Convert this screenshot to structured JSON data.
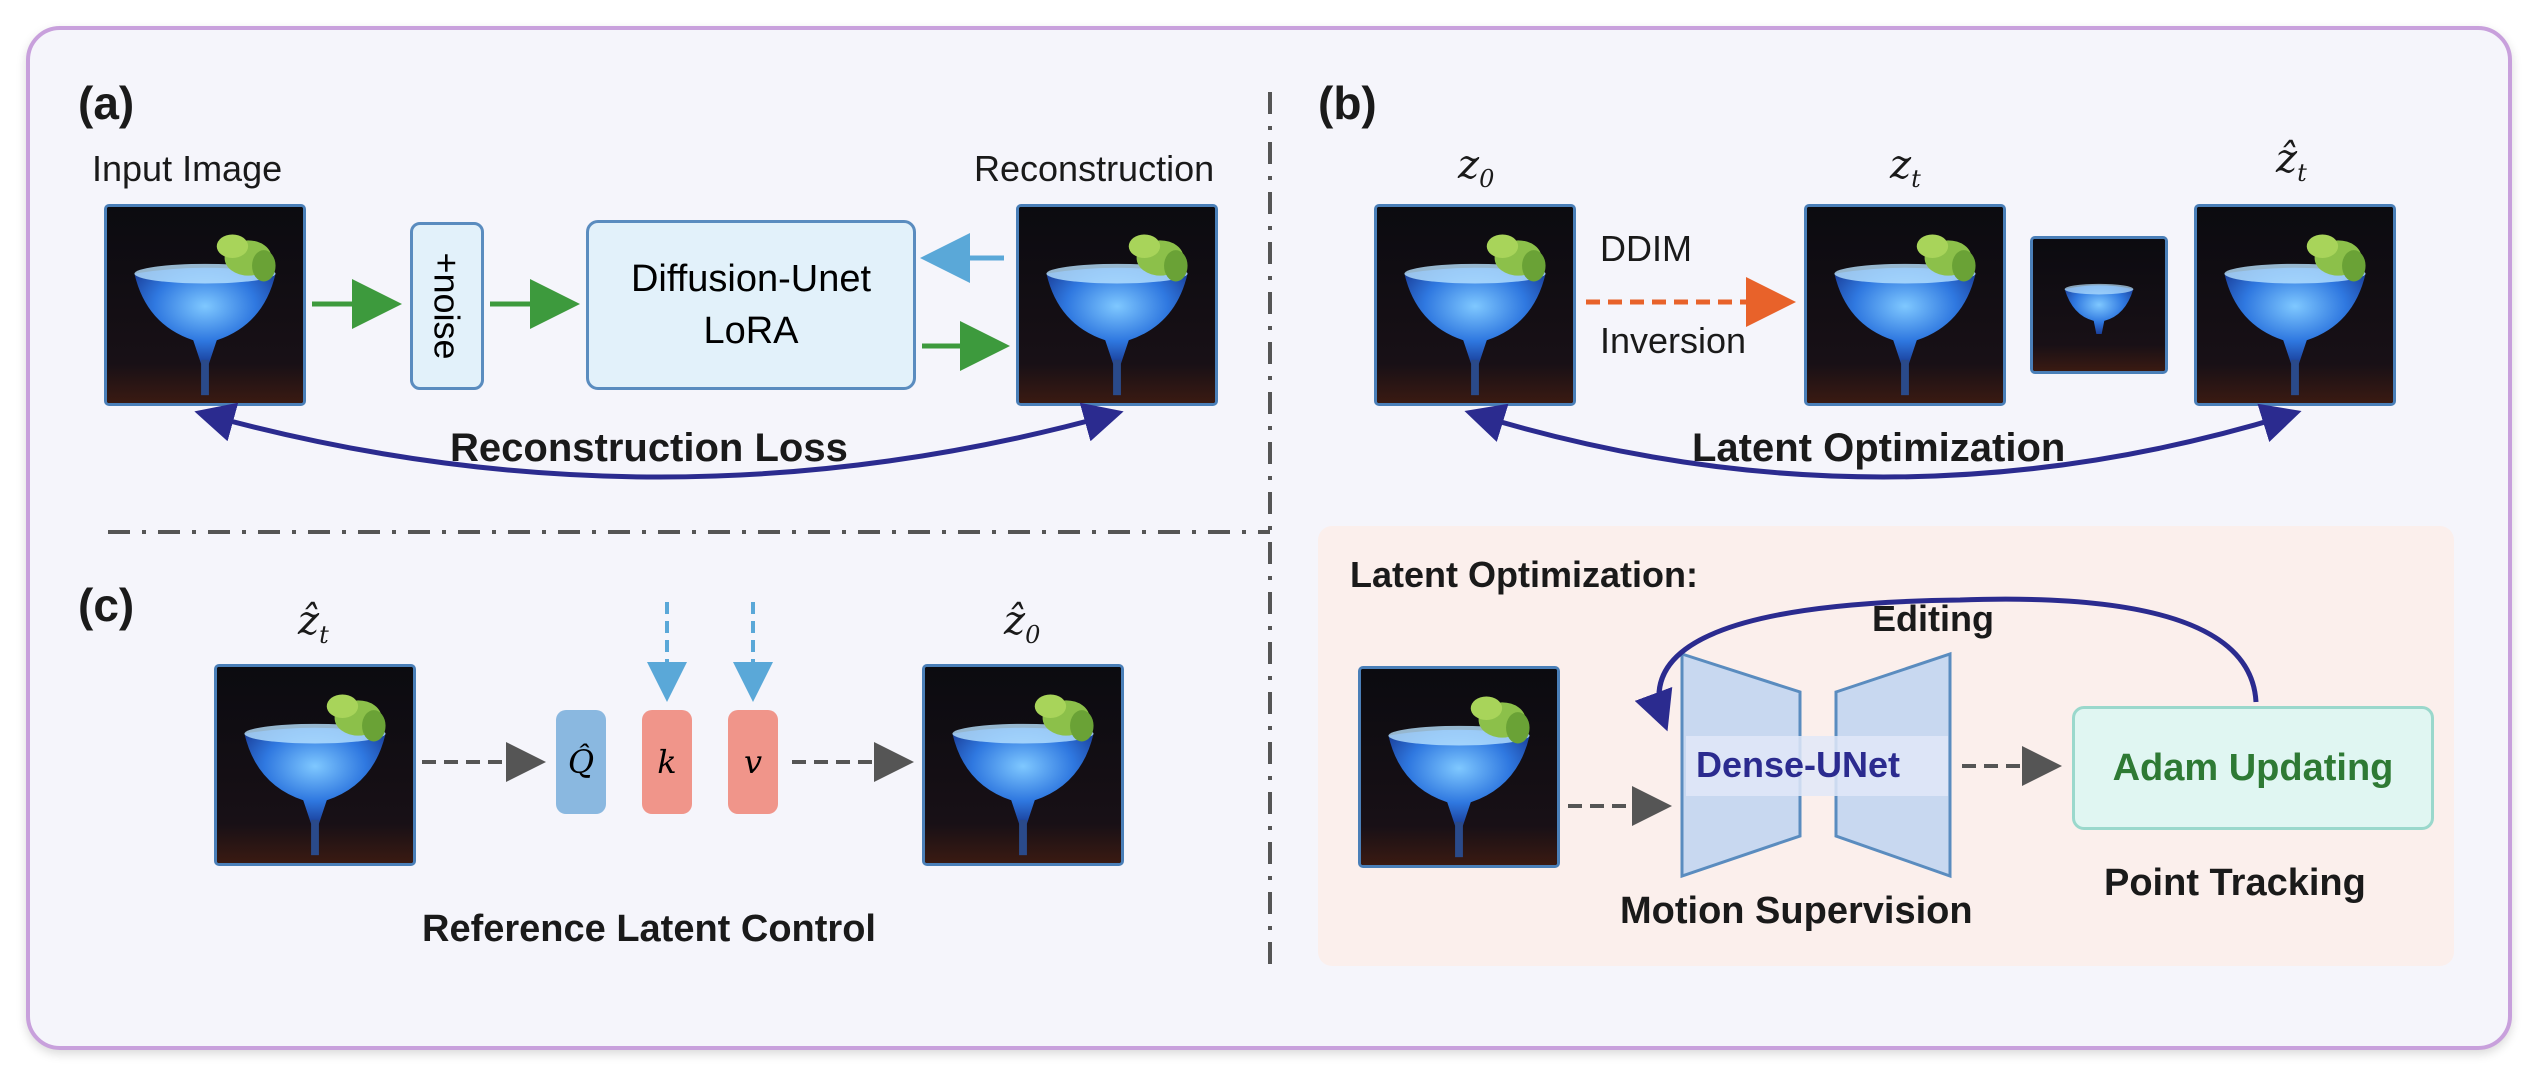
{
  "panels": {
    "a": {
      "label": "(a)",
      "input_caption": "Input Image",
      "recon_caption": "Reconstruction",
      "noise_label": "+noise",
      "unet_line1": "Diffusion-Unet",
      "unet_line2": "LoRA",
      "loss_label": "Reconstruction Loss"
    },
    "b": {
      "label": "(b)",
      "z0": "z",
      "z0_sub": "0",
      "zt": "z",
      "zt_sub": "t",
      "zhat_t": "ẑ",
      "zhat_t_sub": "t",
      "ddim_line1": "DDIM",
      "ddim_line2": "Inversion",
      "opt_label": "Latent Optimization"
    },
    "b2": {
      "title": "Latent Optimization:",
      "editing": "Editing",
      "dense_unet": "Dense-UNet",
      "adam": "Adam Updating",
      "motion": "Motion Supervision",
      "tracking": "Point Tracking"
    },
    "c": {
      "label": "(c)",
      "zhat_t": "ẑ",
      "zhat_t_sub": "t",
      "zhat_0": "ẑ",
      "zhat_0_sub": "0",
      "q": "Q̂",
      "k": "k",
      "v": "v",
      "caption": "Reference Latent Control"
    }
  },
  "colors": {
    "green_arrow": "#3d9a3d",
    "blue_arrow": "#5aa8d8",
    "navy_arrow": "#2b2b8f",
    "orange_arrow": "#e8622a",
    "gray_arrow": "#555555",
    "unet_fill": "#e2f1fa",
    "q_fill": "#8ab8e0",
    "kv_fill": "#f0958a",
    "adam_fill": "#e0f6f2",
    "adam_text": "#2e7a34",
    "dense_text": "#2b2b8f"
  }
}
